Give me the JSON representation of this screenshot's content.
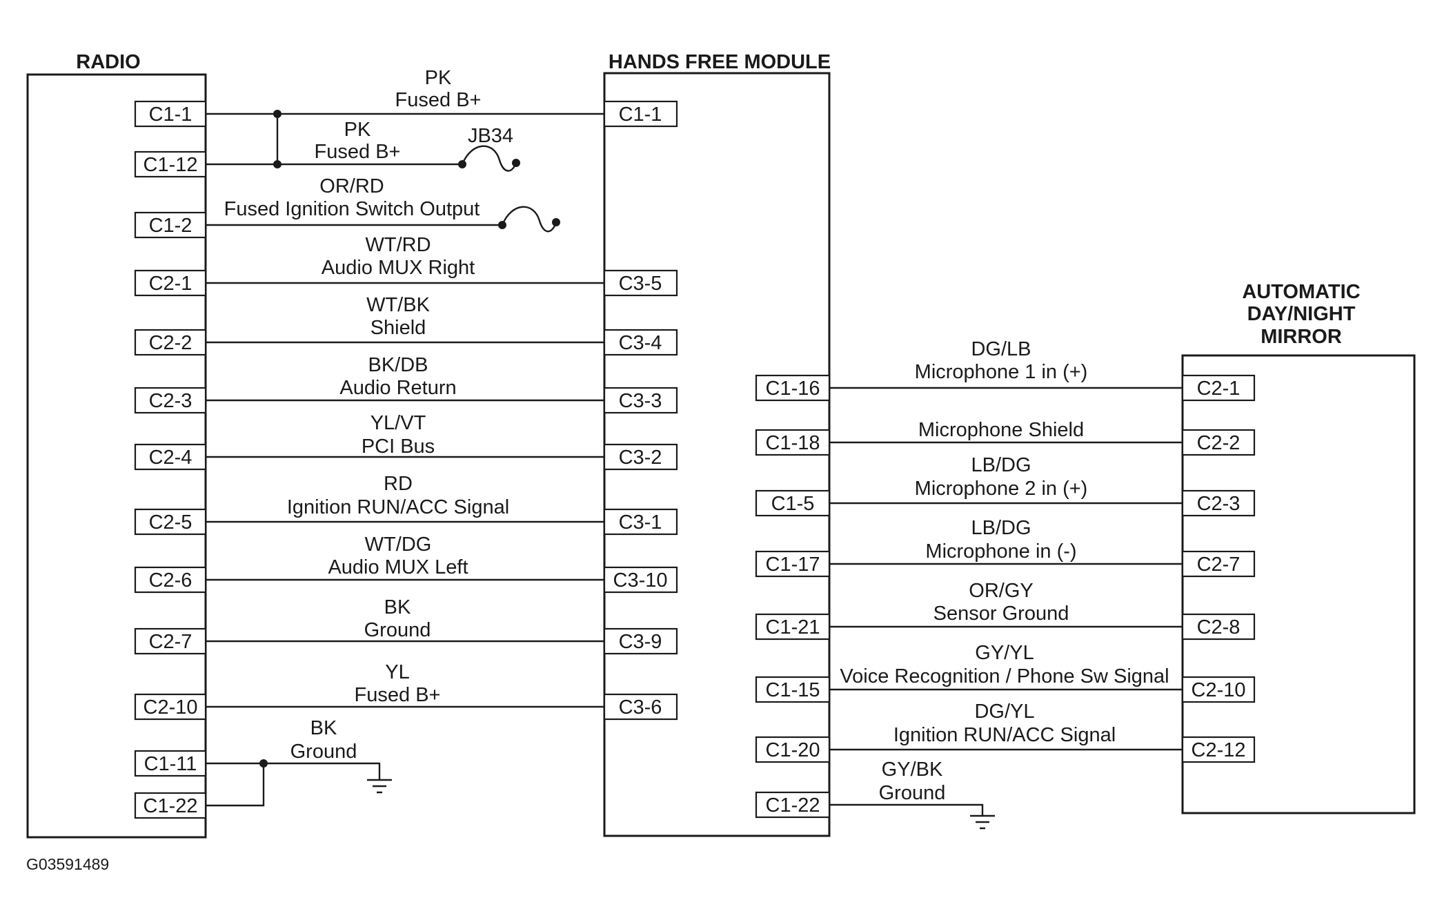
{
  "components": {
    "radio": "RADIO",
    "hfm": "HANDS FREE MODULE",
    "mirror": [
      "AUTOMATIC",
      "DAY/NIGHT",
      "MIRROR"
    ]
  },
  "figure_id": "G03591489",
  "radio_pins": [
    "C1-1",
    "C1-12",
    "C1-2",
    "C2-1",
    "C2-2",
    "C2-3",
    "C2-4",
    "C2-5",
    "C2-6",
    "C2-7",
    "C2-10",
    "C1-11",
    "C1-22"
  ],
  "hfm_left_pins": [
    "C1-1",
    "C3-5",
    "C3-4",
    "C3-3",
    "C3-2",
    "C3-1",
    "C3-10",
    "C3-9",
    "C3-6"
  ],
  "hfm_right_pins": [
    "C1-16",
    "C1-18",
    "C1-5",
    "C1-17",
    "C1-21",
    "C1-15",
    "C1-20",
    "C1-22"
  ],
  "mirror_pins": [
    "C2-1",
    "C2-2",
    "C2-3",
    "C2-7",
    "C2-8",
    "C2-10",
    "C2-12"
  ],
  "left_wires": [
    {
      "color": "PK",
      "desc": "Fused B+"
    },
    {
      "color": "PK",
      "desc": "Fused B+"
    },
    {
      "color": "OR/RD",
      "desc": "Fused Ignition Switch Output"
    },
    {
      "color": "WT/RD",
      "desc": "Audio MUX Right"
    },
    {
      "color": "WT/BK",
      "desc": "Shield"
    },
    {
      "color": "BK/DB",
      "desc": "Audio Return"
    },
    {
      "color": "YL/VT",
      "desc": "PCI Bus"
    },
    {
      "color": "RD",
      "desc": "Ignition RUN/ACC Signal"
    },
    {
      "color": "WT/DG",
      "desc": "Audio MUX Left"
    },
    {
      "color": "BK",
      "desc": "Ground"
    },
    {
      "color": "YL",
      "desc": "Fused B+"
    },
    {
      "color": "BK",
      "desc": "Ground"
    }
  ],
  "splice_label": "JB34",
  "right_wires": [
    {
      "color": "DG/LB",
      "desc": "Microphone 1 in (+)"
    },
    {
      "color": "",
      "desc": "Microphone Shield"
    },
    {
      "color": "LB/DG",
      "desc": "Microphone 2 in (+)"
    },
    {
      "color": "LB/DG",
      "desc": "Microphone in (-)"
    },
    {
      "color": "OR/GY",
      "desc": "Sensor Ground"
    },
    {
      "color": "GY/YL",
      "desc": "Voice Recognition / Phone Sw Signal"
    },
    {
      "color": "DG/YL",
      "desc": "Ignition RUN/ACC Signal"
    },
    {
      "color": "GY/BK",
      "desc": "Ground"
    }
  ]
}
